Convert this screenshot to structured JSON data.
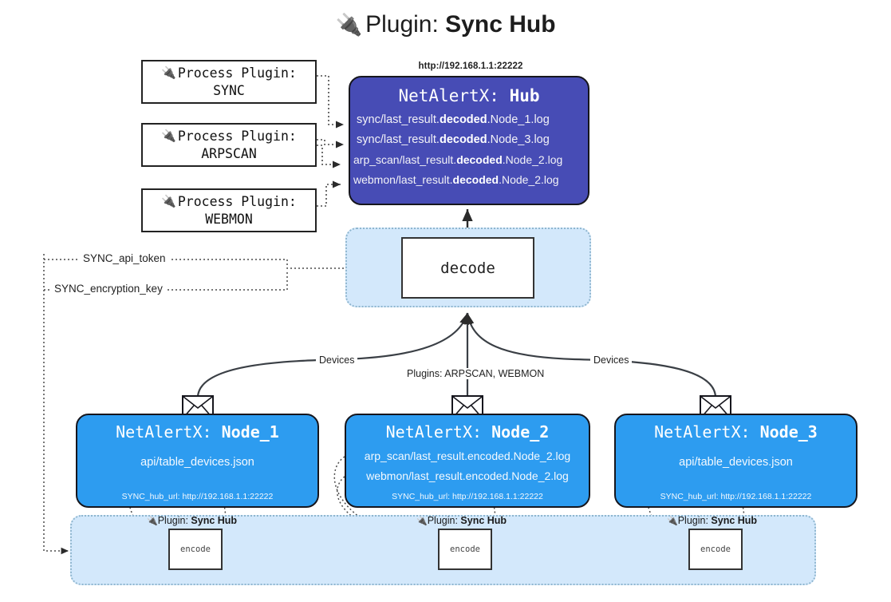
{
  "header": {
    "plug_icon": "🔌",
    "lead": "Plugin: ",
    "name": "Sync Hub"
  },
  "process_plugins": [
    {
      "label": "Process Plugin:",
      "name": "SYNC"
    },
    {
      "label": "Process Plugin:",
      "name": "ARPSCAN"
    },
    {
      "label": "Process Plugin:",
      "name": "WEBMON"
    }
  ],
  "hub": {
    "url": "http://192.168.1.1:22222",
    "title_prefix": "NetAlertX: ",
    "title_name": "Hub",
    "lines": [
      {
        "pre": "sync/last_result.",
        "mid": "decoded",
        "post": ".Node_1.log"
      },
      {
        "pre": "sync/last_result.",
        "mid": "decoded",
        "post": ".Node_3.log"
      },
      {
        "pre": "arp_scan/last_result.",
        "mid": "decoded",
        "post": ".Node_2.log"
      },
      {
        "pre": "webmon/last_result.",
        "mid": "decoded",
        "post": ".Node_2.log"
      }
    ]
  },
  "decode": {
    "label": "decode"
  },
  "keys": {
    "api_token": "SYNC_api_token",
    "encryption_key": "SYNC_encryption_key"
  },
  "edge_labels": {
    "devices_left": "Devices",
    "devices_right": "Devices",
    "plugins_center": "Plugins: ARPSCAN, WEBMON"
  },
  "nodes": [
    {
      "title_prefix": "NetAlertX: ",
      "title_name": "Node_1",
      "lines": [
        "api/table_devices.json"
      ],
      "footer": "SYNC_hub_url: http://192.168.1.1:22222"
    },
    {
      "title_prefix": "NetAlertX: ",
      "title_name": "Node_2",
      "lines": [
        "arp_scan/last_result.encoded.Node_2.log",
        "webmon/last_result.encoded.Node_2.log"
      ],
      "footer": "SYNC_hub_url: http://192.168.1.1:22222"
    },
    {
      "title_prefix": "NetAlertX: ",
      "title_name": "Node_3",
      "lines": [
        "api/table_devices.json"
      ],
      "footer": "SYNC_hub_url: http://192.168.1.1:22222"
    }
  ],
  "encoders": [
    {
      "plugin_lead": "Plugin: ",
      "plugin_name": "Sync Hub",
      "label": "encode"
    },
    {
      "plugin_lead": "Plugin: ",
      "plugin_name": "Sync Hub",
      "label": "encode"
    },
    {
      "plugin_lead": "Plugin: ",
      "plugin_name": "Sync Hub",
      "label": "encode"
    }
  ],
  "colors": {
    "hub_fill": "#474cb5",
    "node_fill": "#2d9cf0",
    "band_fill": "#d3e8fb",
    "stroke": "#16161d"
  }
}
